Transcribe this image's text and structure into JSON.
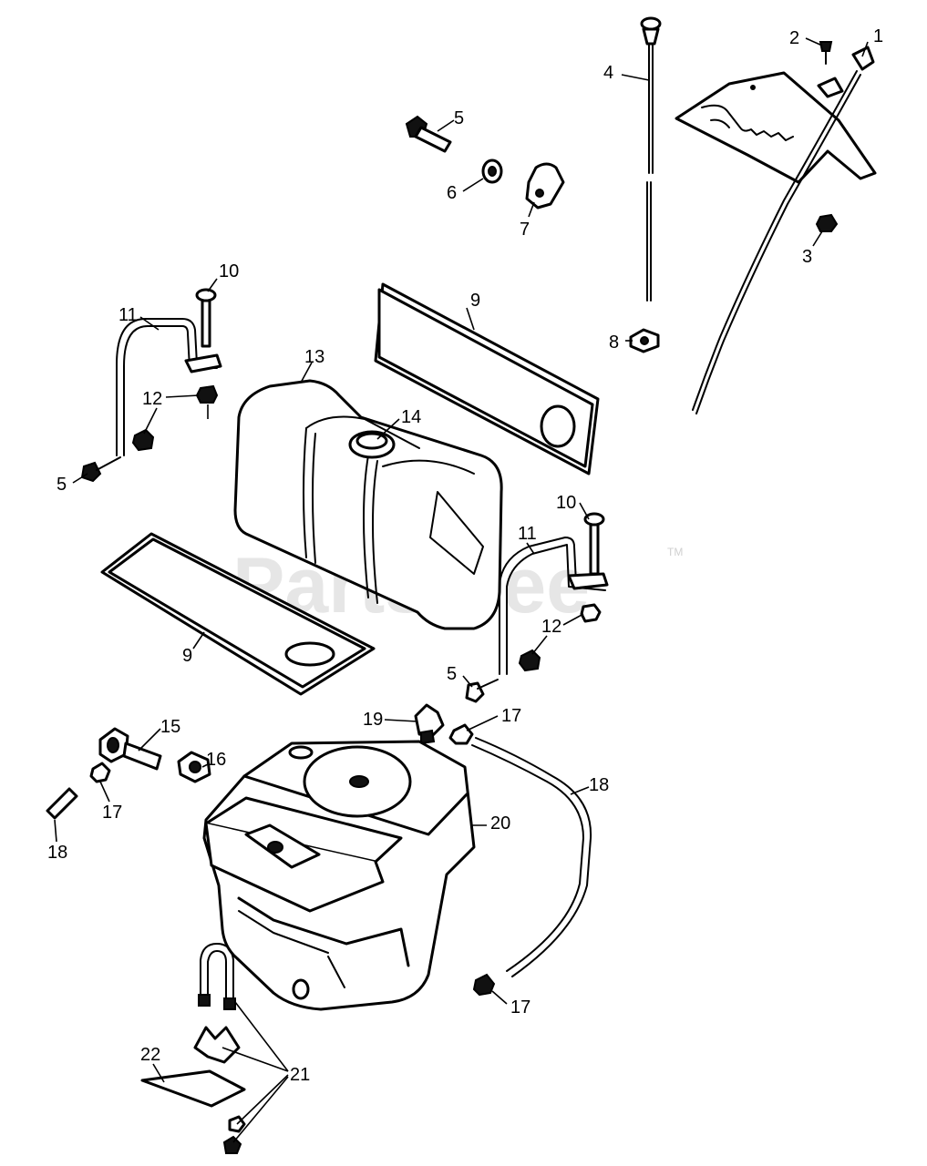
{
  "watermark": {
    "text": "PartsTree",
    "trademark": "TM"
  },
  "callouts": {
    "c1": "1",
    "c2": "2",
    "c3": "3",
    "c4": "4",
    "c5a": "5",
    "c5b": "5",
    "c5c": "5",
    "c6": "6",
    "c7": "7",
    "c8": "8",
    "c9a": "9",
    "c9b": "9",
    "c10a": "10",
    "c10b": "10",
    "c11a": "11",
    "c11b": "11",
    "c12a": "12",
    "c12b": "12",
    "c13": "13",
    "c14": "14",
    "c15": "15",
    "c16": "16",
    "c17a": "17",
    "c17b": "17",
    "c17c": "17",
    "c18a": "18",
    "c18b": "18",
    "c19": "19",
    "c20": "20",
    "c21": "21",
    "c22": "22"
  }
}
